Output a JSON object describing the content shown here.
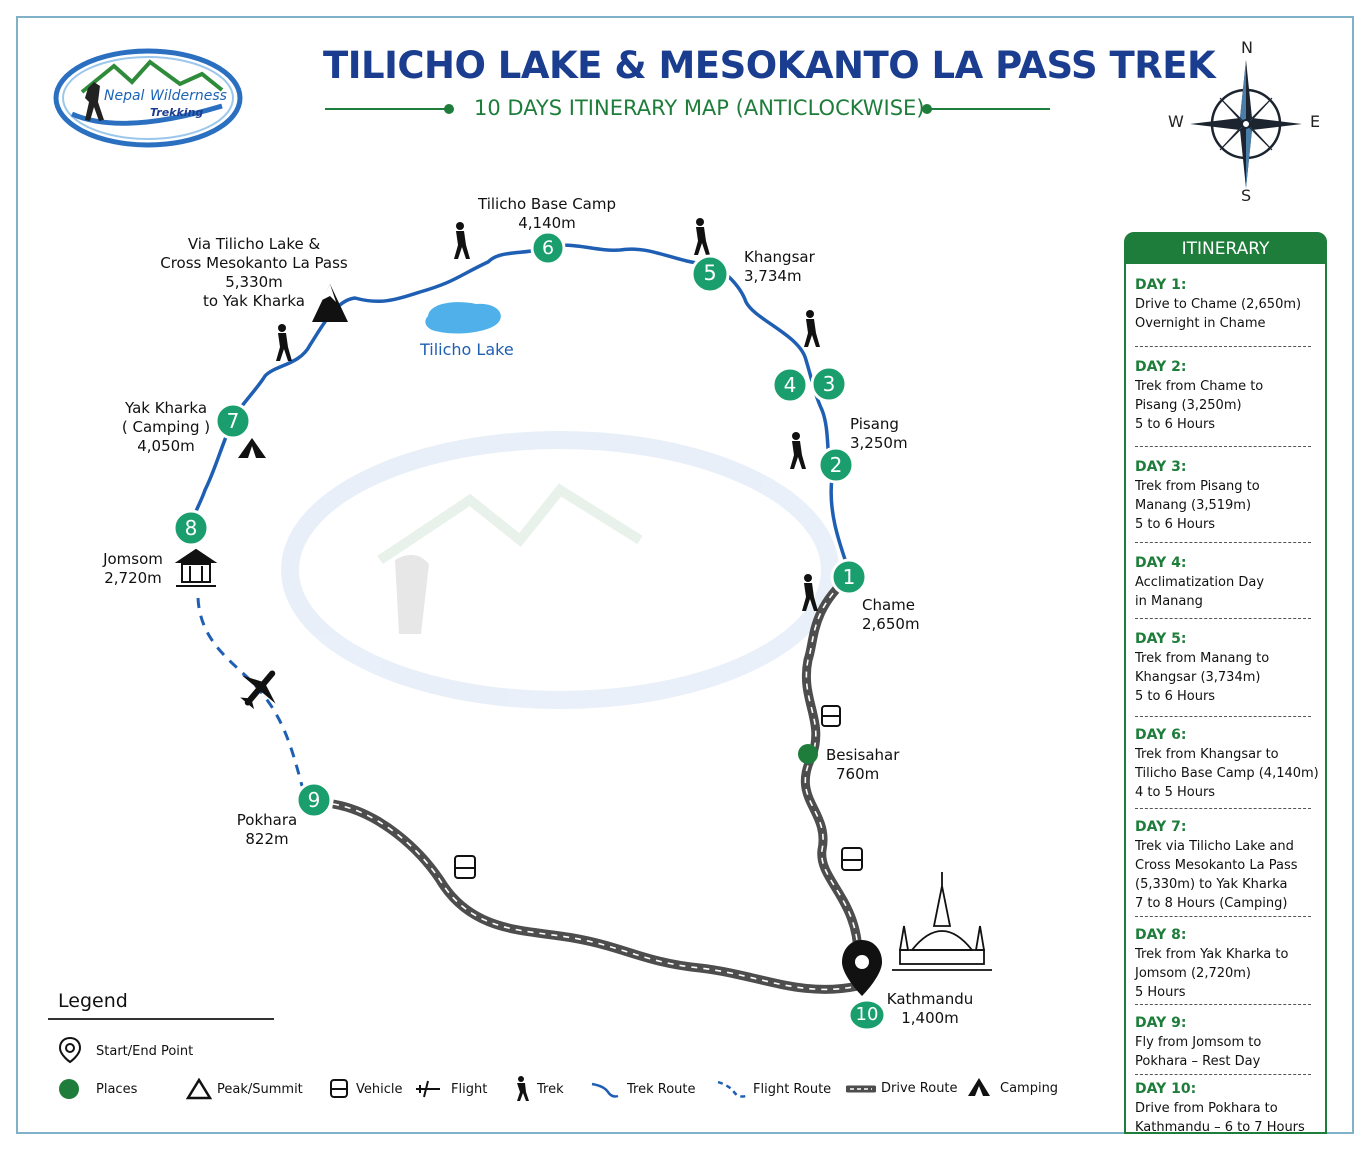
{
  "header": {
    "title": "TILICHO LAKE & MESOKANTO LA PASS TREK",
    "subtitle": "10 DAYS ITINERARY MAP (ANTICLOCKWISE)"
  },
  "logo": {
    "line1": "Nepal",
    "line2": "Wilderness",
    "line3": "Trekking"
  },
  "compass": {
    "n": "N",
    "s": "S",
    "e": "E",
    "w": "W"
  },
  "colors": {
    "trek": "#1f5fb3",
    "green": "#1e7d3a",
    "marker": "#1a9e6e",
    "road": "#5a5a5a",
    "title": "#1a3d8f"
  },
  "places": [
    {
      "marker": "1",
      "name": "Chame",
      "alt": "2,650m"
    },
    {
      "marker": "2",
      "name": "Pisang",
      "alt": "3,250m"
    },
    {
      "marker": "3",
      "name": "",
      "alt": ""
    },
    {
      "marker": "4",
      "name": "",
      "alt": ""
    },
    {
      "marker": "5",
      "name": "Khangsar",
      "alt": "3,734m"
    },
    {
      "marker": "6",
      "name": "Tilicho Base Camp",
      "alt": "4,140m"
    },
    {
      "marker": "7",
      "name": "Yak Kharka",
      "note": "( Camping )",
      "alt": "4,050m"
    },
    {
      "marker": "8",
      "name": "Jomsom",
      "alt": "2,720m"
    },
    {
      "marker": "9",
      "name": "Pokhara",
      "alt": "822m"
    },
    {
      "marker": "10",
      "name": "Kathmandu",
      "alt": "1,400m"
    }
  ],
  "pass": {
    "line1": "Via Tilicho Lake &",
    "line2": "Cross Mesokanto La Pass",
    "line3": "5,330m",
    "line4": "to Yak Kharka"
  },
  "lake": "Tilicho Lake",
  "besisahar": {
    "name": "Besisahar",
    "alt": "760m"
  },
  "itinerary": {
    "heading": "ITINERARY",
    "days": [
      {
        "title": "DAY 1:",
        "desc": "Drive to Chame (2,650m)\nOvernight in Chame"
      },
      {
        "title": "DAY 2:",
        "desc": "Trek from Chame to\nPisang (3,250m)\n5 to 6 Hours"
      },
      {
        "title": "DAY 3:",
        "desc": "Trek from Pisang to\nManang (3,519m)\n5 to 6 Hours"
      },
      {
        "title": "DAY 4:",
        "desc": "Acclimatization Day\nin Manang"
      },
      {
        "title": "DAY 5:",
        "desc": "Trek from Manang to\nKhangsar (3,734m)\n5 to 6 Hours"
      },
      {
        "title": "DAY 6:",
        "desc": "Trek from Khangsar to\nTilicho Base Camp (4,140m)\n4 to 5 Hours"
      },
      {
        "title": "DAY 7:",
        "desc": "Trek via Tilicho Lake and\nCross Mesokanto La Pass\n(5,330m) to Yak Kharka\n7 to 8 Hours (Camping)"
      },
      {
        "title": "DAY 8:",
        "desc": "Trek from Yak Kharka to\nJomsom (2,720m)\n5 Hours"
      },
      {
        "title": "DAY 9:",
        "desc": "Fly from Jomsom to\nPokhara – Rest Day"
      },
      {
        "title": "DAY 10:",
        "desc": "Drive from Pokhara to\nKathmandu – 6 to 7 Hours"
      }
    ]
  },
  "legend": {
    "title": "Legend",
    "start_end": "Start/End Point",
    "places": "Places",
    "peak": "Peak/Summit",
    "vehicle": "Vehicle",
    "flight": "Flight",
    "trek": "Trek",
    "trek_route": "Trek Route",
    "flight_route": "Flight Route",
    "drive_route": "Drive Route",
    "camping": "Camping"
  }
}
